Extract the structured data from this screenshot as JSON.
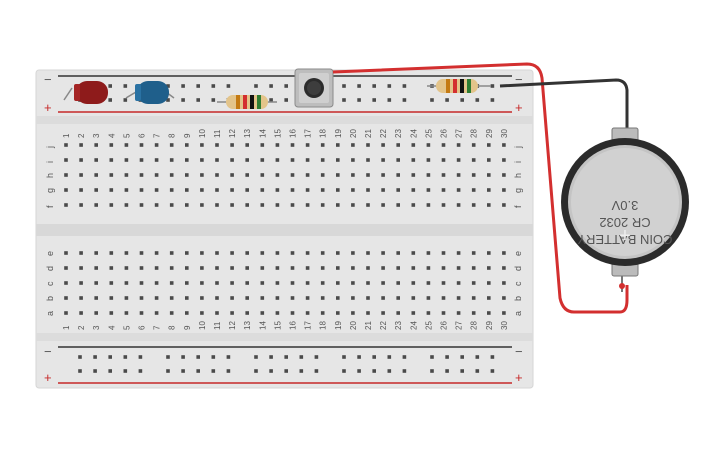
{
  "breadboard": {
    "columns": [
      "1",
      "2",
      "3",
      "4",
      "5",
      "6",
      "7",
      "8",
      "9",
      "10",
      "11",
      "12",
      "13",
      "14",
      "15",
      "16",
      "17",
      "18",
      "19",
      "20",
      "21",
      "22",
      "23",
      "24",
      "25",
      "26",
      "27",
      "28",
      "29",
      "30"
    ],
    "top_rows": [
      "j",
      "i",
      "h",
      "g",
      "f"
    ],
    "bottom_rows": [
      "e",
      "d",
      "c",
      "b",
      "a"
    ],
    "rail_minus": "−",
    "rail_plus": "+"
  },
  "battery": {
    "line1": "COIN BATTERY",
    "line2": "CR 2032",
    "line3": "3.0V",
    "terminal": "+"
  },
  "components": {
    "led_red": "red LED",
    "led_blue": "blue LED",
    "resistor_left": "resistor",
    "resistor_right": "resistor",
    "pushbutton": "pushbutton"
  },
  "colors": {
    "wire_red": "#d32f2f",
    "wire_black": "#333333",
    "breadboard": "#e6e6e6",
    "rail_red": "#c62828",
    "led_red": "#8e1b1b",
    "led_blue": "#1f5f8b",
    "resistor_body": "#e3c48a",
    "battery_body": "#2b2b2b"
  }
}
